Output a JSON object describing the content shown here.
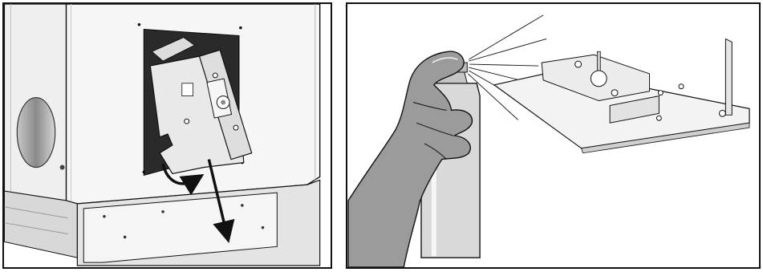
{
  "figure": {
    "panels": [
      {
        "id": "left",
        "depicts": [
          "appliance-cabinet",
          "access-opening",
          "mounting-bracket",
          "rotate-arrow",
          "pull-out-arrow"
        ]
      },
      {
        "id": "right",
        "depicts": [
          "hand",
          "spray-can",
          "spray-mist",
          "mounting-plate"
        ]
      }
    ],
    "colors": {
      "outline": "#111111",
      "cabinet": "#f4f4f4",
      "shadow": "#cfcfcf",
      "opening": "#2a2a2a",
      "bracket": "#e6e6e6",
      "hand": "#9a9a9a",
      "can": "#d8d8d8",
      "plate": "#f2f2f2"
    }
  }
}
